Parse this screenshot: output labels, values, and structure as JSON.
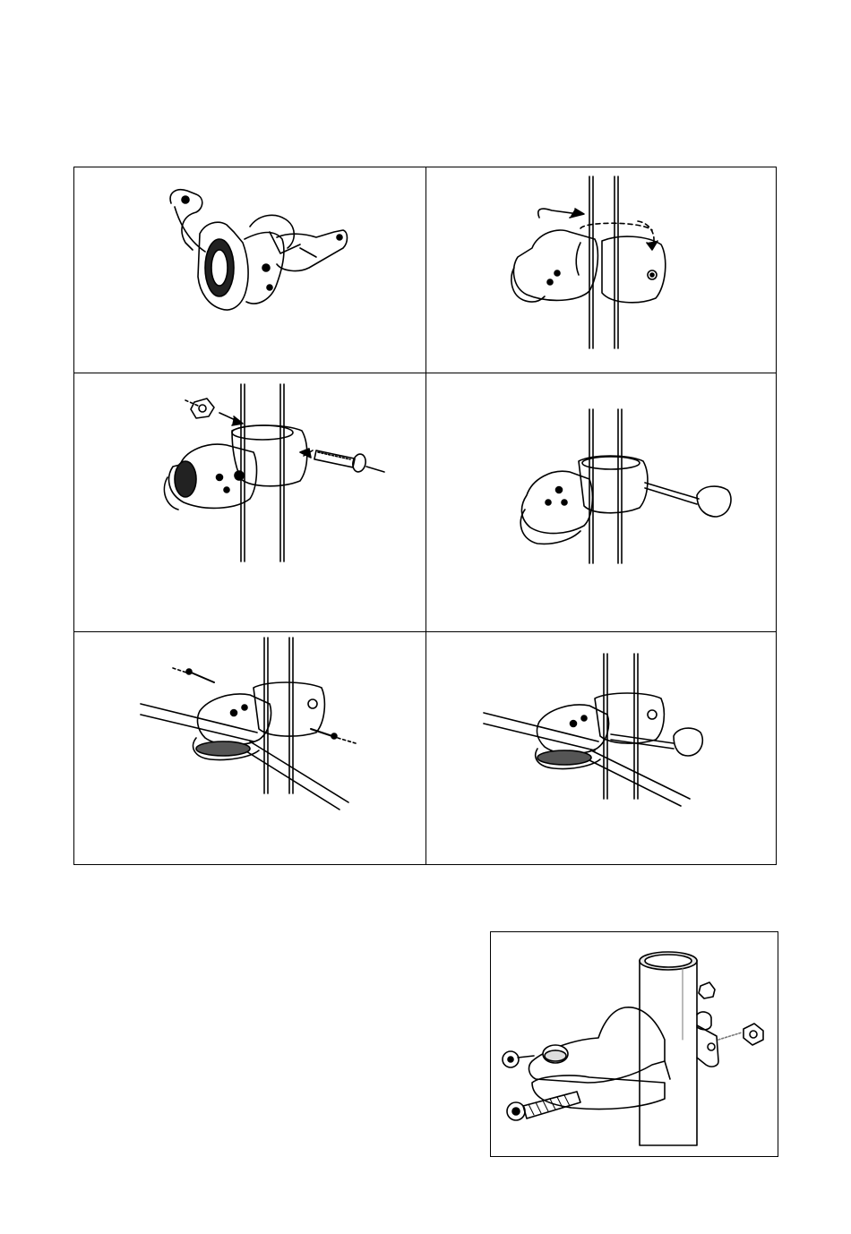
{
  "document": {
    "type": "illustrated assembly instructions",
    "steps_grid": {
      "rows": 3,
      "columns": 2,
      "panels": [
        {
          "name": "clamp-parts",
          "icon": "pulley-clamp-parts-drawing"
        },
        {
          "name": "clamp-on-pole",
          "icon": "clamp-rotate-arrows-drawing"
        },
        {
          "name": "insert-bolt-and-nut",
          "icon": "bolt-nut-insertion-drawing"
        },
        {
          "name": "tighten-with-screwdriver",
          "icon": "screwdriver-tightening-drawing"
        },
        {
          "name": "insert-cable-and-pins",
          "icon": "cable-pin-insertion-drawing"
        },
        {
          "name": "secure-cable-screwdriver",
          "icon": "cable-secured-screwdriver-drawing"
        }
      ]
    },
    "detail_figure": {
      "icon": "alternative-bracket-exploded-drawing"
    }
  }
}
